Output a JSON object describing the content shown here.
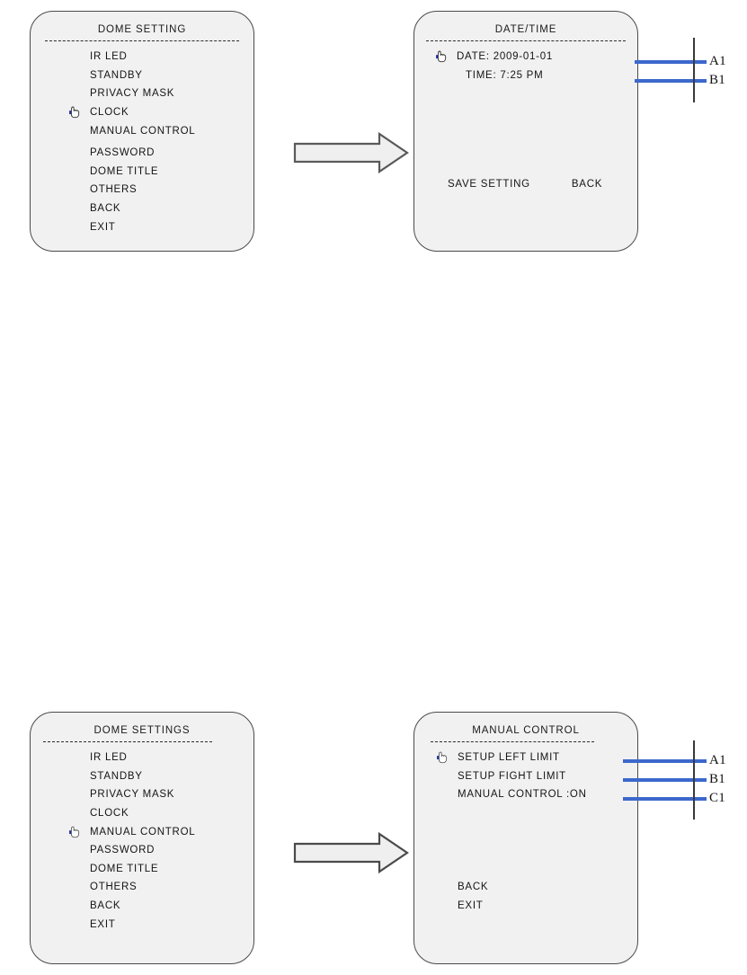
{
  "figure": {
    "accent_blue": "#3b68cc",
    "panel_bg": "#f1f1f1",
    "panel_border": "#4a4a4a",
    "text_color": "#141414"
  },
  "panels": [
    {
      "id": "dome-setting",
      "title": "DOME SETTING",
      "items": [
        {
          "label": "IR LED",
          "cursor": false
        },
        {
          "label": "STANDBY",
          "cursor": false
        },
        {
          "label": "PRIVACY MASK",
          "cursor": false
        },
        {
          "label": "CLOCK",
          "cursor": true
        },
        {
          "label": "MANUAL CONTROL",
          "cursor": false
        },
        {
          "label": "PASSWORD",
          "cursor": false
        },
        {
          "label": "DOME TITLE",
          "cursor": false
        },
        {
          "label": "OTHERS",
          "cursor": false
        },
        {
          "label": "BACK",
          "cursor": false
        },
        {
          "label": "EXIT",
          "cursor": false
        }
      ]
    },
    {
      "id": "date-time",
      "title": "DATE/TIME",
      "items": [
        {
          "label": "DATE: 2009-01-01",
          "cursor": true,
          "callout": "A1"
        },
        {
          "label": "TIME: 7:25 PM",
          "cursor": false,
          "callout": "B1"
        }
      ],
      "footer": [
        {
          "label": "SAVE SETTING"
        },
        {
          "label": "BACK"
        }
      ]
    },
    {
      "id": "dome-settings",
      "title": "DOME SETTINGS",
      "items": [
        {
          "label": "IR LED",
          "cursor": false
        },
        {
          "label": "STANDBY",
          "cursor": false
        },
        {
          "label": "PRIVACY MASK",
          "cursor": false
        },
        {
          "label": "CLOCK",
          "cursor": false
        },
        {
          "label": "MANUAL CONTROL",
          "cursor": true
        },
        {
          "label": "PASSWORD",
          "cursor": false
        },
        {
          "label": "DOME TITLE",
          "cursor": false
        },
        {
          "label": "OTHERS",
          "cursor": false
        },
        {
          "label": "BACK",
          "cursor": false
        },
        {
          "label": "EXIT",
          "cursor": false
        }
      ]
    },
    {
      "id": "manual-control",
      "title": "MANUAL CONTROL",
      "items": [
        {
          "label": "SETUP LEFT LIMIT",
          "cursor": true,
          "callout": "A1"
        },
        {
          "label": "SETUP FIGHT LIMIT",
          "cursor": false,
          "callout": "B1"
        },
        {
          "label": "MANUAL CONTROL :ON",
          "cursor": false,
          "callout": "C1"
        }
      ],
      "footer_items": [
        {
          "label": "BACK"
        },
        {
          "label": "EXIT"
        }
      ]
    }
  ],
  "callouts": {
    "top": [
      "A1",
      "B1"
    ],
    "bottom": [
      "A1",
      "B1",
      "C1"
    ]
  },
  "arrows": [
    {
      "id": "flow-arrow-top"
    },
    {
      "id": "flow-arrow-bottom"
    }
  ]
}
